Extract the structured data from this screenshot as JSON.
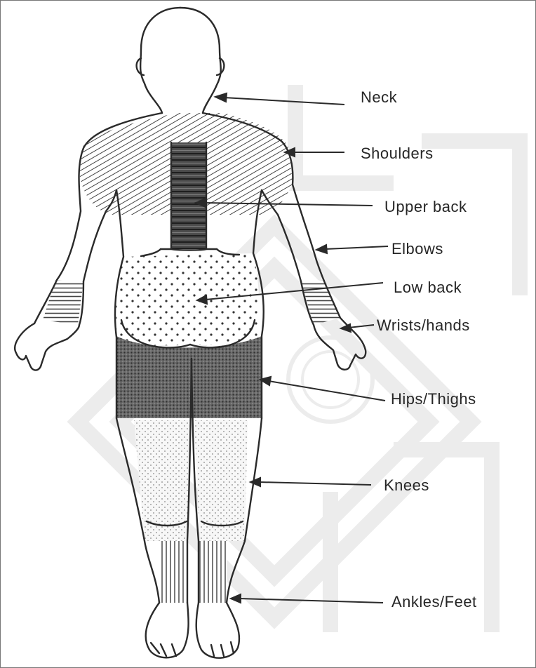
{
  "labels": {
    "neck": "Neck",
    "shoulders": "Shoulders",
    "upper_back": "Upper back",
    "elbows": "Elbows",
    "low_back": "Low back",
    "wrists_hands": "Wrists/hands",
    "hips_thighs": "Hips/Thighs",
    "knees": "Knees",
    "ankles_feet": "Ankles/Feet"
  },
  "colors": {
    "outline": "#2a2a2a",
    "label_text": "#262626",
    "watermark": "#ececec"
  },
  "watermark": {
    "present": true
  }
}
